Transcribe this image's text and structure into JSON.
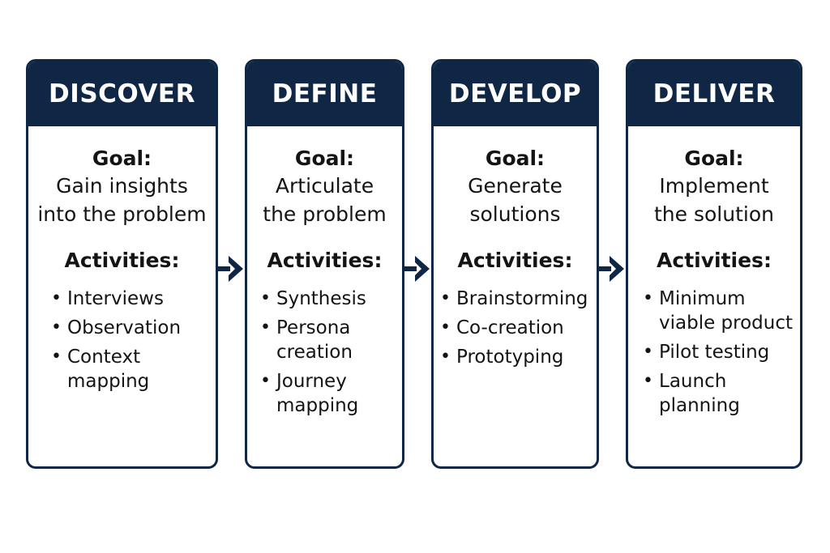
{
  "phases": [
    {
      "title": "DISCOVER",
      "goal_label": "Goal:",
      "goal_text": "Gain insights\ninto the problem",
      "activities_label": "Activities:",
      "activities": [
        "Interviews",
        "Observation",
        "Context\nmapping"
      ]
    },
    {
      "title": "DEFINE",
      "goal_label": "Goal:",
      "goal_text": "Articulate\nthe problem",
      "activities_label": "Activities:",
      "activities": [
        "Synthesis",
        "Persona\ncreation",
        "Journey\nmapping"
      ]
    },
    {
      "title": "DEVELOP",
      "goal_label": "Goal:",
      "goal_text": "Generate\nsolutions",
      "activities_label": "Activities:",
      "activities": [
        "Brainstorming",
        "Co-creation",
        "Prototyping"
      ]
    },
    {
      "title": "DELIVER",
      "goal_label": "Goal:",
      "goal_text": "Implement\nthe solution",
      "activities_label": "Activities:",
      "activities": [
        "Minimum\nviable product",
        "Pilot testing",
        "Launch\nplanning"
      ]
    }
  ],
  "colors": {
    "header_bg": "#0f2744",
    "header_text": "#ffffff",
    "border": "#0f2744",
    "arrow": "#0f2744",
    "body_text": "#141414"
  },
  "icons": {
    "connector": "arrow-right-icon",
    "bullet": "bullet-icon"
  }
}
